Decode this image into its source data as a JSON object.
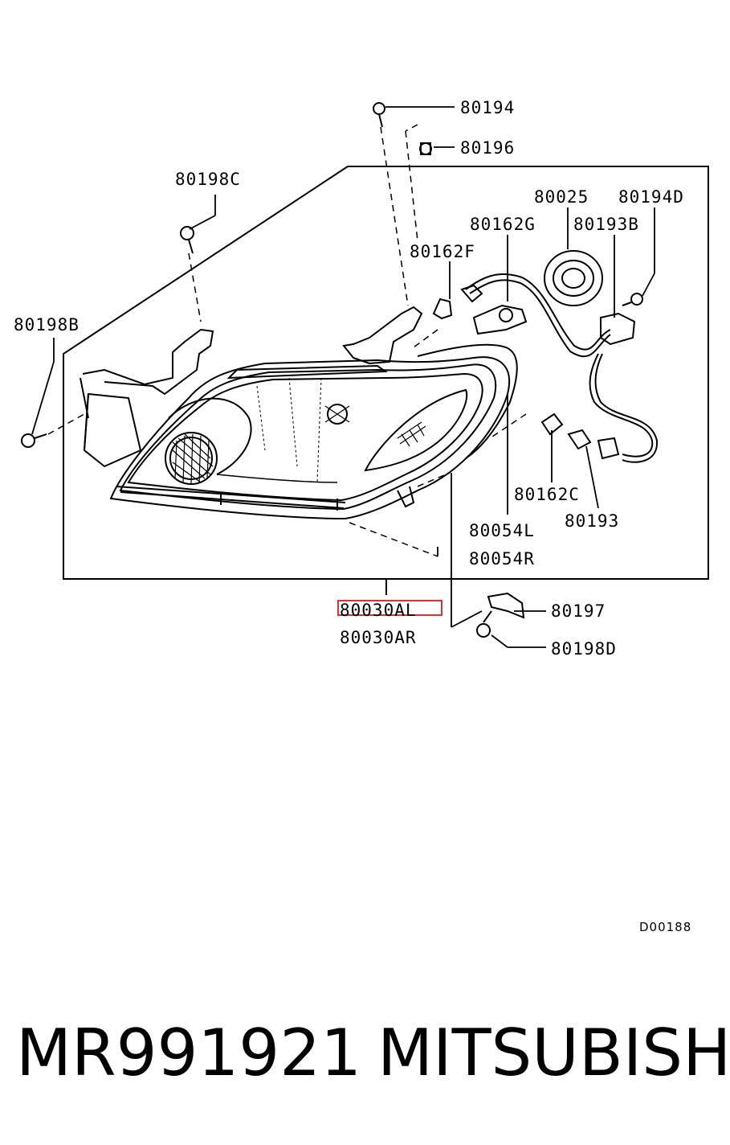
{
  "callouts": {
    "c80194": "80194",
    "c80196": "80196",
    "c80198C": "80198C",
    "c80025": "80025",
    "c80194D": "80194D",
    "c80162G": "80162G",
    "c80193B": "80193B",
    "c80162F": "80162F",
    "c80198B": "80198B",
    "c80162C": "80162C",
    "c80193": "80193",
    "c80054L": "80054L",
    "c80054R": "80054R",
    "c80030AL": "80030AL",
    "c80030AR": "80030AR",
    "c80197": "80197",
    "c80198D": "80198D"
  },
  "diagram_code": "D00188",
  "footer": {
    "part_number": "MR991921",
    "brand": "MITSUBISHI"
  },
  "colors": {
    "highlight": "#e03030",
    "line": "#000000"
  }
}
